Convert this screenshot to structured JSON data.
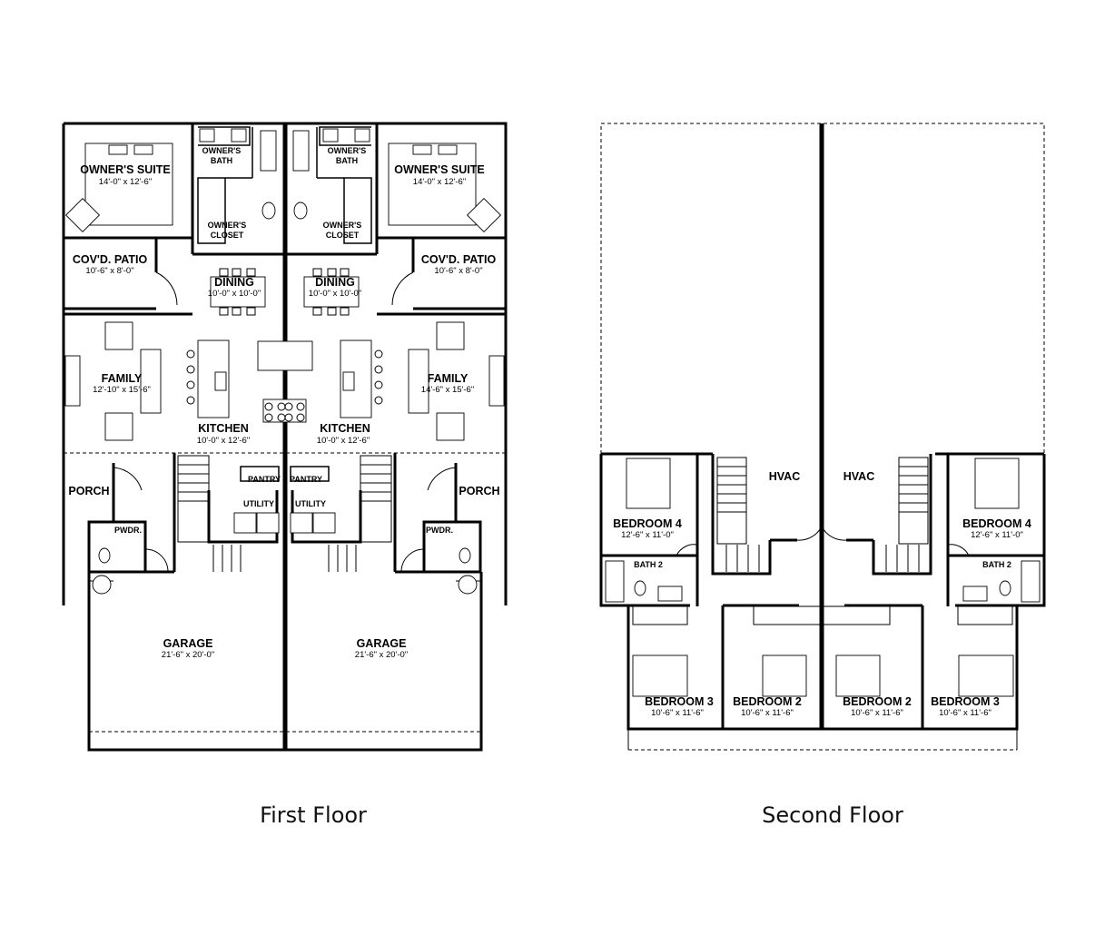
{
  "captions": {
    "first_floor": "First Floor",
    "second_floor": "Second Floor"
  },
  "first_floor": {
    "left": {
      "owners_suite": {
        "name": "OWNER'S SUITE",
        "dims": "14'-0\" x 12'-6\""
      },
      "owners_bath": {
        "name_line1": "OWNER'S",
        "name_line2": "BATH"
      },
      "owners_closet": {
        "name_line1": "OWNER'S",
        "name_line2": "CLOSET"
      },
      "covd_patio": {
        "name": "COV'D. PATIO",
        "dims": "10'-6\" x 8'-0\""
      },
      "dining": {
        "name": "DINING",
        "dims": "10'-0\" x 10'-0\""
      },
      "family": {
        "name": "FAMILY",
        "dims": "12'-10\" x 15'-6\""
      },
      "kitchen": {
        "name": "KITCHEN",
        "dims": "10'-0\" x 12'-6\""
      },
      "pantry": {
        "name": "PANTRY"
      },
      "utility": {
        "name": "UTILITY"
      },
      "porch": {
        "name": "PORCH"
      },
      "pwdr": {
        "name": "PWDR."
      },
      "garage": {
        "name": "GARAGE",
        "dims": "21'-6\" x 20'-0\""
      }
    },
    "right": {
      "owners_suite": {
        "name": "OWNER'S SUITE",
        "dims": "14'-0\" x 12'-6\""
      },
      "owners_bath": {
        "name_line1": "OWNER'S",
        "name_line2": "BATH"
      },
      "owners_closet": {
        "name_line1": "OWNER'S",
        "name_line2": "CLOSET"
      },
      "covd_patio": {
        "name": "COV'D. PATIO",
        "dims": "10'-6\" x 8'-0\""
      },
      "dining": {
        "name": "DINING",
        "dims": "10'-0\" x 10'-0\""
      },
      "family": {
        "name": "FAMILY",
        "dims": "14'-6\" x 15'-6\""
      },
      "kitchen": {
        "name": "KITCHEN",
        "dims": "10'-0\" x 12'-6\""
      },
      "pantry": {
        "name": "PANTRY"
      },
      "utility": {
        "name": "UTILITY"
      },
      "porch": {
        "name": "PORCH"
      },
      "pwdr": {
        "name": "PWDR."
      },
      "garage": {
        "name": "GARAGE",
        "dims": "21'-6\" x 20'-0\""
      }
    }
  },
  "second_floor": {
    "left": {
      "hvac": {
        "name": "HVAC"
      },
      "bedroom_4": {
        "name": "BEDROOM 4",
        "dims": "12'-6\" x 11'-0\""
      },
      "bath_2": {
        "name": "BATH 2"
      },
      "bedroom_3": {
        "name": "BEDROOM 3",
        "dims": "10'-6\" x 11'-6\""
      },
      "bedroom_2": {
        "name": "BEDROOM 2",
        "dims": "10'-6\" x 11'-6\""
      }
    },
    "right": {
      "hvac": {
        "name": "HVAC"
      },
      "bedroom_4": {
        "name": "BEDROOM 4",
        "dims": "12'-6\" x 11'-0\""
      },
      "bath_2": {
        "name": "BATH 2"
      },
      "bedroom_3": {
        "name": "BEDROOM 3",
        "dims": "10'-6\" x 11'-6\""
      },
      "bedroom_2": {
        "name": "BEDROOM 2",
        "dims": "10'-6\" x 11'-6\""
      }
    }
  }
}
